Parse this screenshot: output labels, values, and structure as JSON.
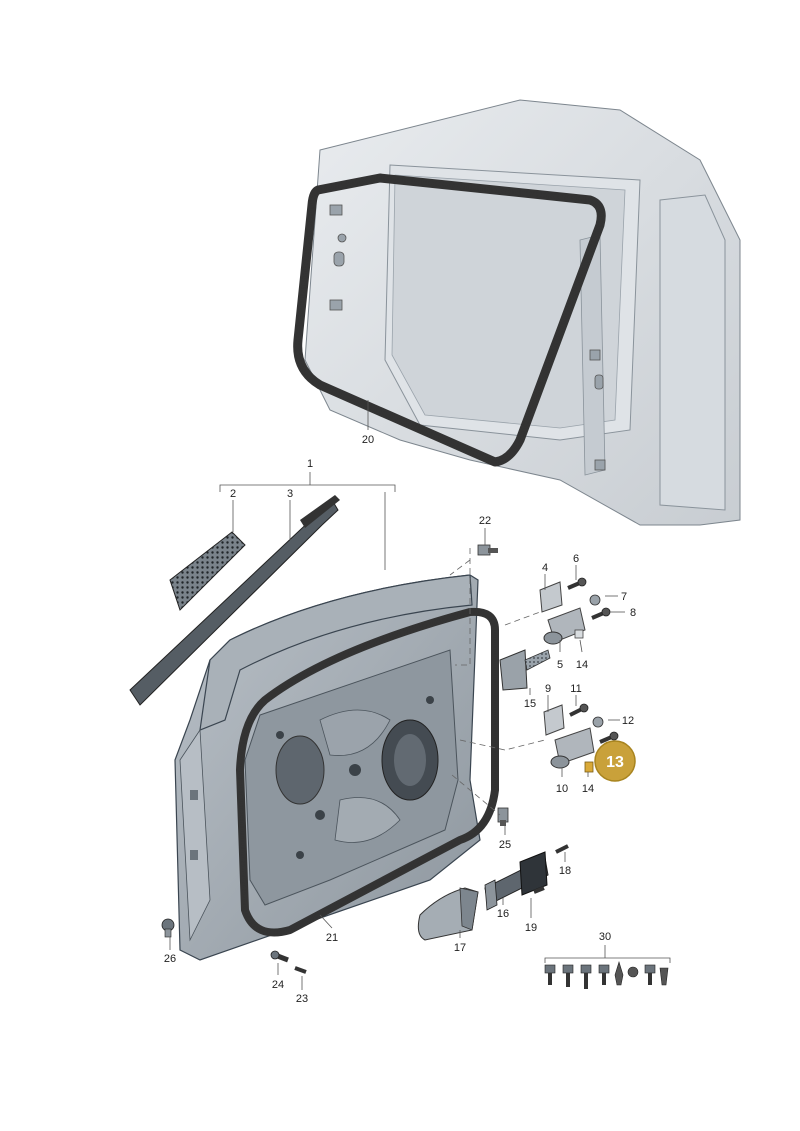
{
  "callouts": {
    "c1": "1",
    "c2": "2",
    "c3": "3",
    "c4": "4",
    "c5": "5",
    "c6": "6",
    "c7": "7",
    "c8": "8",
    "c9": "9",
    "c10": "10",
    "c11": "11",
    "c12": "12",
    "c13": "13",
    "c14a": "14",
    "c14b": "14",
    "c15": "15",
    "c16": "16",
    "c17": "17",
    "c18": "18",
    "c19": "19",
    "c20": "20",
    "c21": "21",
    "c22": "22",
    "c23": "23",
    "c24": "24",
    "c25": "25",
    "c26": "26",
    "c30": "30"
  },
  "highlight_color": "#c9a13a"
}
